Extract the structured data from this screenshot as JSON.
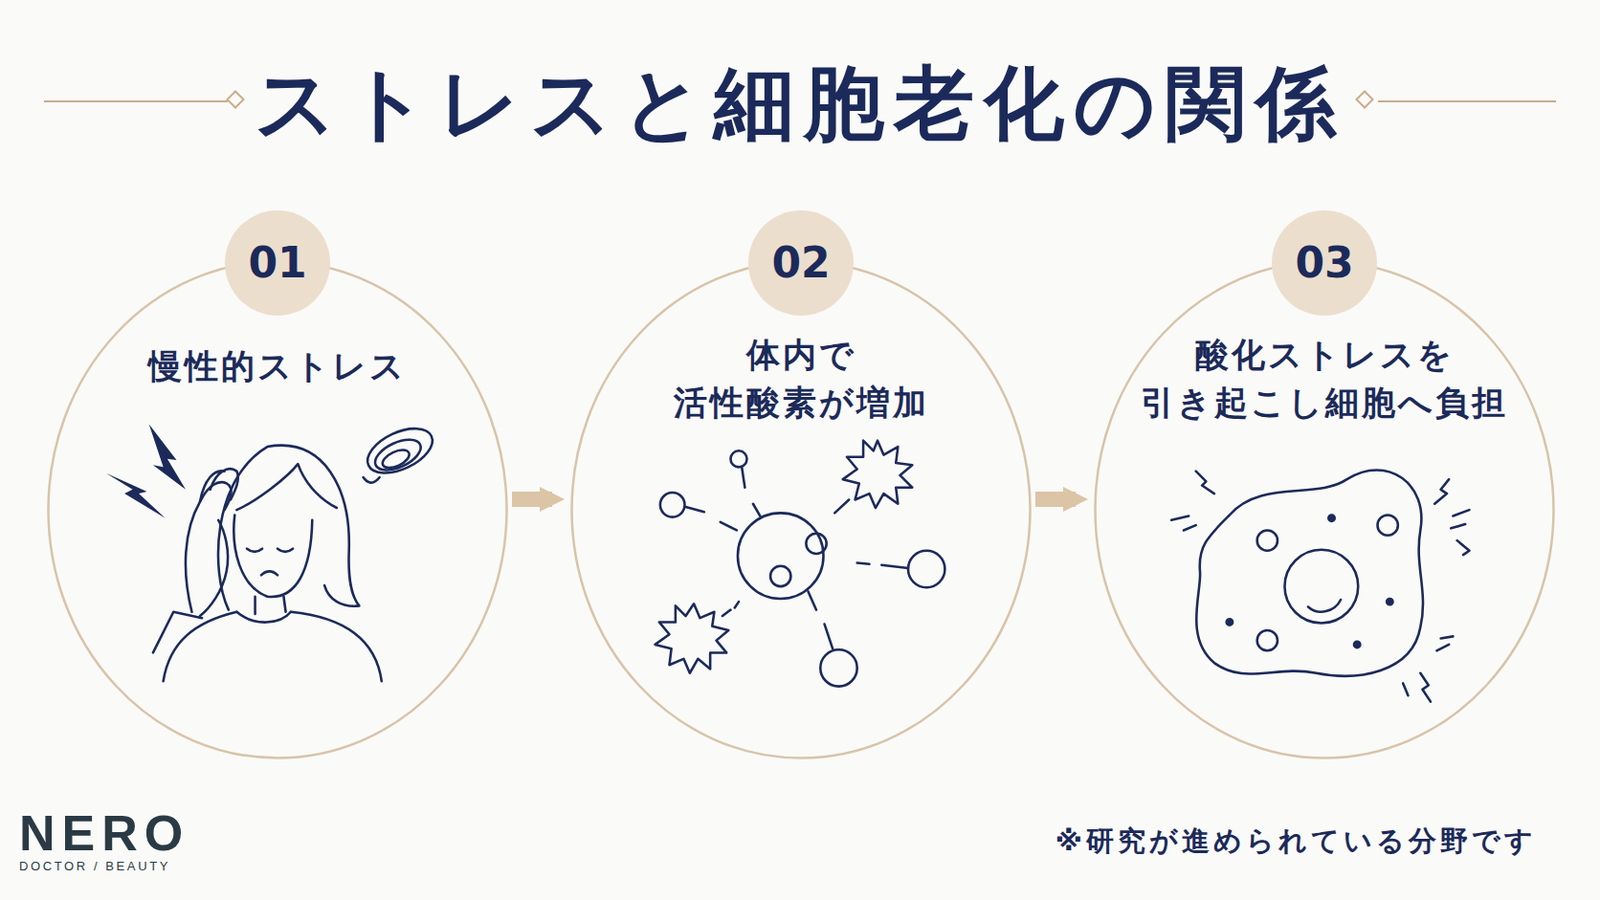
{
  "diagram": {
    "title": "ストレスと細胞老化の関係",
    "nodes": [
      {
        "text": [
          "01",
          "慢性的ストレス"
        ]
      },
      {
        "text": [
          "02",
          "体内で 活性酸素が増加"
        ]
      },
      {
        "text": [
          "03",
          "酸化ストレスを 引き起こし細胞へ負担"
        ]
      }
    ],
    "edges": [
      {
        "from": 0,
        "to": 1,
        "arrow": "to"
      },
      {
        "from": 1,
        "to": 2,
        "arrow": "to"
      }
    ],
    "labels": [
      "NERO",
      "DOCTOR / BEAUTY",
      "※研究が進められている分野です"
    ]
  }
}
